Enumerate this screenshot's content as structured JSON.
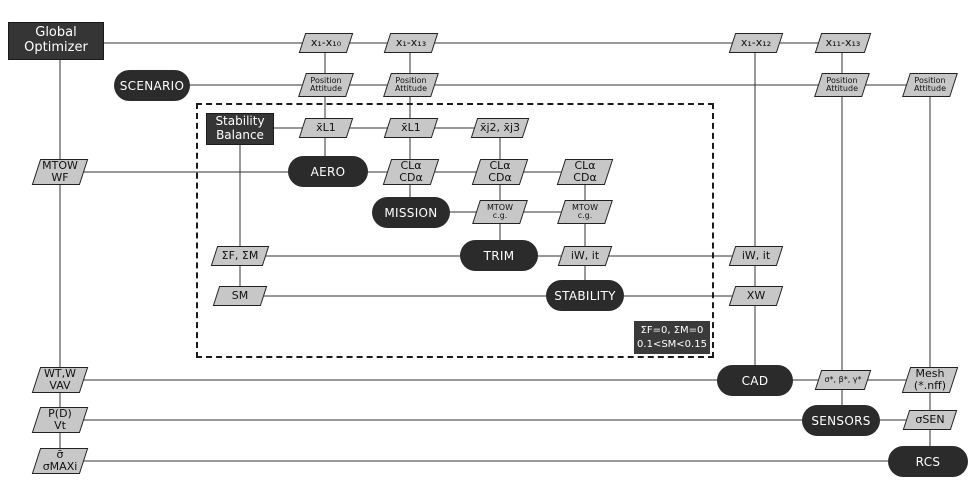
{
  "blocks": {
    "global_optimizer": "Global\nOptimizer",
    "stability_balance": "Stability\nBalance",
    "scenario": "SCENARIO",
    "aero": "AERO",
    "mission": "MISSION",
    "trim": "TRIM",
    "stability": "STABILITY",
    "cad": "CAD",
    "sensors": "SENSORS",
    "rcs": "RCS"
  },
  "variables": {
    "x1_x10": "x₁-x₁₀",
    "x1_x13": "x₁-x₁₃",
    "x1_x12": "x₁-x₁₂",
    "x11_x13": "x₁₁-x₁₃",
    "pos_att_1": "Position\nAttitude",
    "pos_att_2": "Position\nAttitude",
    "pos_att_3": "Position\nAttitude",
    "pos_att_4": "Position\nAttitude",
    "xbar_l1_a": "x̄L1",
    "xbar_l1_b": "x̄L1",
    "xbar_j2_j3": "x̄j2, x̄j3",
    "mtow_wf": "MTOW\nWF",
    "cla_cda_1": "CLα\nCDα",
    "cla_cda_2": "CLα\nCDα",
    "cla_cda_3": "CLα\nCDα",
    "mtow_cg_1": "MTOW\nc.g.",
    "mtow_cg_2": "MTOW\nc.g.",
    "sum_f_m": "ΣF, ΣM",
    "iw_it_1": "iW, it",
    "iw_it_2": "iW, it",
    "sm": "SM",
    "xw": "XW",
    "w_v": "WT,W\nVAV",
    "sigma_abc": "σ*, β*, γ*",
    "mesh": "Mesh\n(*.nff)",
    "pd_v": "P(D)\nVt",
    "sigma_sen": "σSEN",
    "sigma_max": "σ̄\nσMAXi"
  },
  "constraint": {
    "line1": "ΣF=0, ΣM=0",
    "line2": "0.1<SM<0.15"
  }
}
